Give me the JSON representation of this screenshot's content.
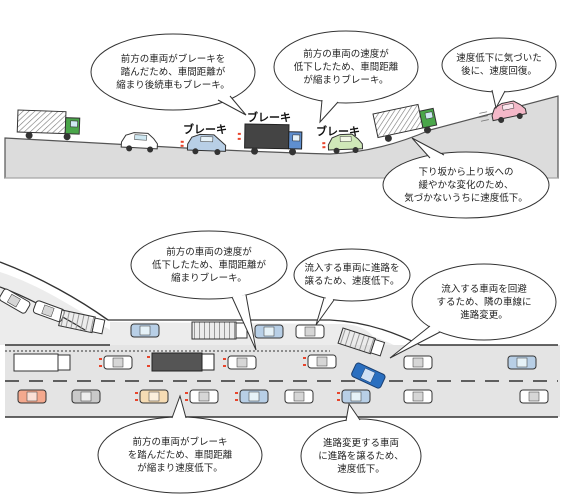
{
  "sag_section": {
    "brake_labels": [
      "ブレーキ",
      "ブレーキ",
      "ブレーキ"
    ],
    "bubbles": {
      "follow_brake": "前方の車両がブレーキを\n踏んだため、車間距離が\n縮まり後続車もブレーキ。",
      "slowdown_brake": "前方の車両の速度が\n低下したため、車間距離\nが縮まりブレーキ。",
      "recover": "速度低下に気づいた\n後に、速度回復。",
      "slope": "下り坂から上り坂への\n緩やかな変化のため、\n気づかないうちに速度低下。"
    }
  },
  "merge_section": {
    "bubbles": {
      "slowdown_brake": "前方の車両の速度が\n低下したため、車間距離が\n縮まりブレーキ。",
      "yield_entry": "流入する車両に進路を\n譲るため、速度低下。",
      "avoid_entry": "流入する車両を回避\nするため、隣の車線に\n進路変更。",
      "follow_brake": "前方の車両がブレーキ\nを踏んだため、車間距離\nが縮まり速度低下。",
      "lane_change": "進路変更する車両\nに進路を譲るため、\n速度低下。"
    }
  },
  "colors": {
    "road": "#e4e4e4",
    "hill": "#dcdcdc",
    "brake_light": "#e8452c",
    "highlight_car": "#2a6fc0",
    "grey_car": "#a8a8a8",
    "pink_car": "#f4b8c8",
    "cream_car": "#f6dcb4",
    "white_car": "#ffffff"
  }
}
